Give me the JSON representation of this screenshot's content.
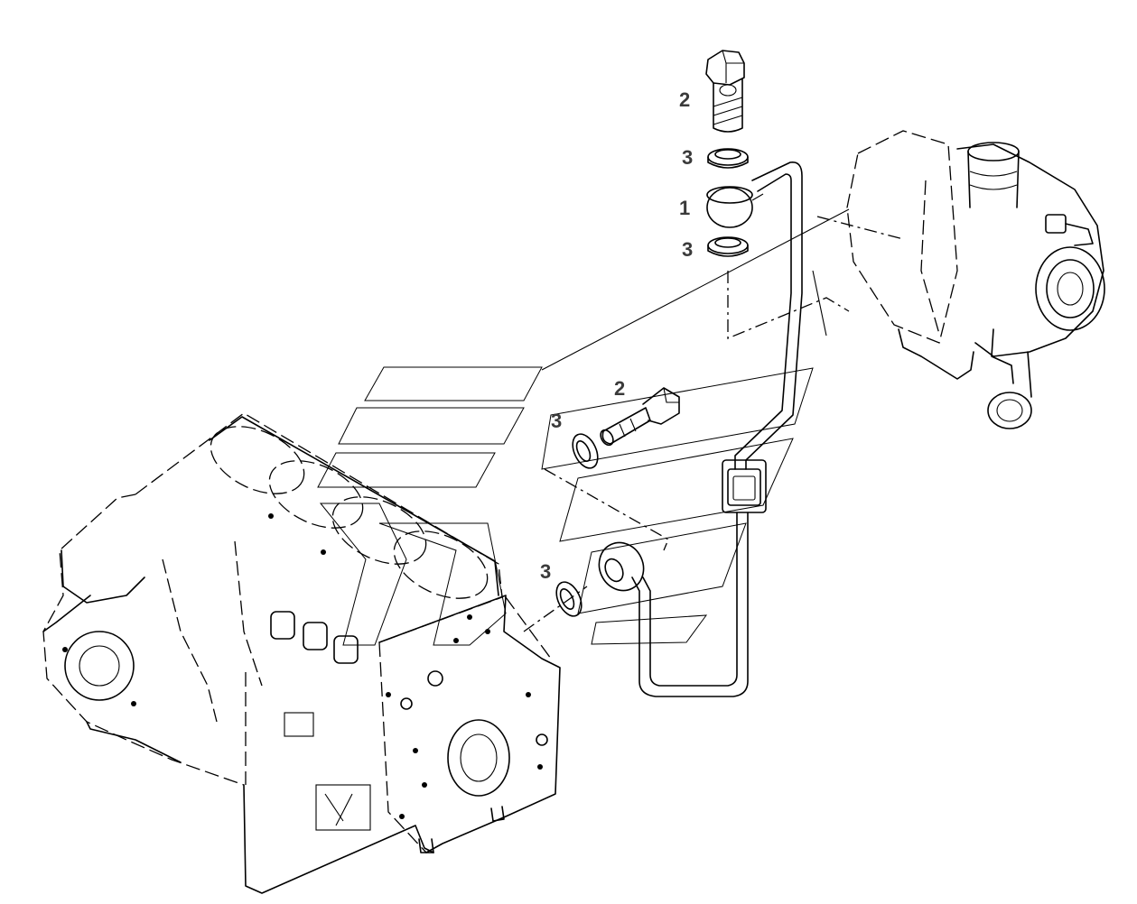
{
  "callouts": [
    {
      "id": "c1",
      "text": "2"
    },
    {
      "id": "c2",
      "text": "3"
    },
    {
      "id": "c3",
      "text": "1"
    },
    {
      "id": "c4",
      "text": "3"
    },
    {
      "id": "c5",
      "text": "2"
    },
    {
      "id": "c6",
      "text": "3"
    },
    {
      "id": "c7",
      "text": "3"
    }
  ],
  "colors": {
    "line": "#000000",
    "callout_text": "#3a3a3a",
    "background": "#ffffff"
  }
}
